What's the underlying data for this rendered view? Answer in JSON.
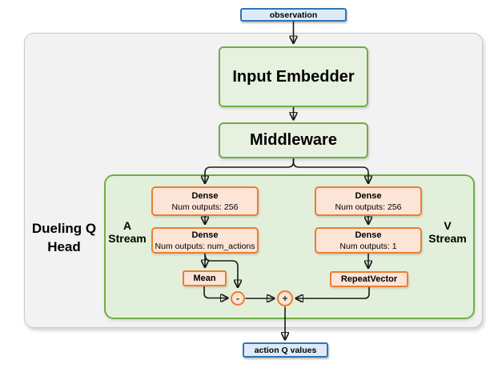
{
  "diagram": {
    "nodes": {
      "observation": {
        "label": "observation"
      },
      "input_embedder": {
        "label": "Input Embedder"
      },
      "middleware": {
        "label": "Middleware"
      },
      "dueling_q_head": {
        "label": "Dueling Q Head"
      },
      "a_stream": {
        "label": "A Stream"
      },
      "v_stream": {
        "label": "V Stream"
      },
      "a_dense_1": {
        "title": "Dense",
        "subtitle": "Num outputs: 256"
      },
      "a_dense_2": {
        "title": "Dense",
        "subtitle": "Num outputs: num_actions"
      },
      "v_dense_1": {
        "title": "Dense",
        "subtitle": "Num outputs: 256"
      },
      "v_dense_2": {
        "title": "Dense",
        "subtitle": "Num outputs: 1"
      },
      "mean": {
        "label": "Mean"
      },
      "repeat_vector": {
        "label": "RepeatVector"
      },
      "subtract_op": {
        "label": "-"
      },
      "add_op": {
        "label": "+"
      },
      "action_q_values": {
        "label": "action Q values"
      }
    },
    "colors": {
      "blue_fill": "#DEEBF7",
      "blue_border": "#2E75B6",
      "green_fill": "#E2EFDA",
      "green_border": "#70AD47",
      "orange_fill": "#FCE4D6",
      "orange_border": "#ED7D31",
      "gray_container_fill": "#F2F2F2",
      "gray_container_border": "#C9C9C9",
      "arrow_line": "#1A1A1A"
    }
  }
}
